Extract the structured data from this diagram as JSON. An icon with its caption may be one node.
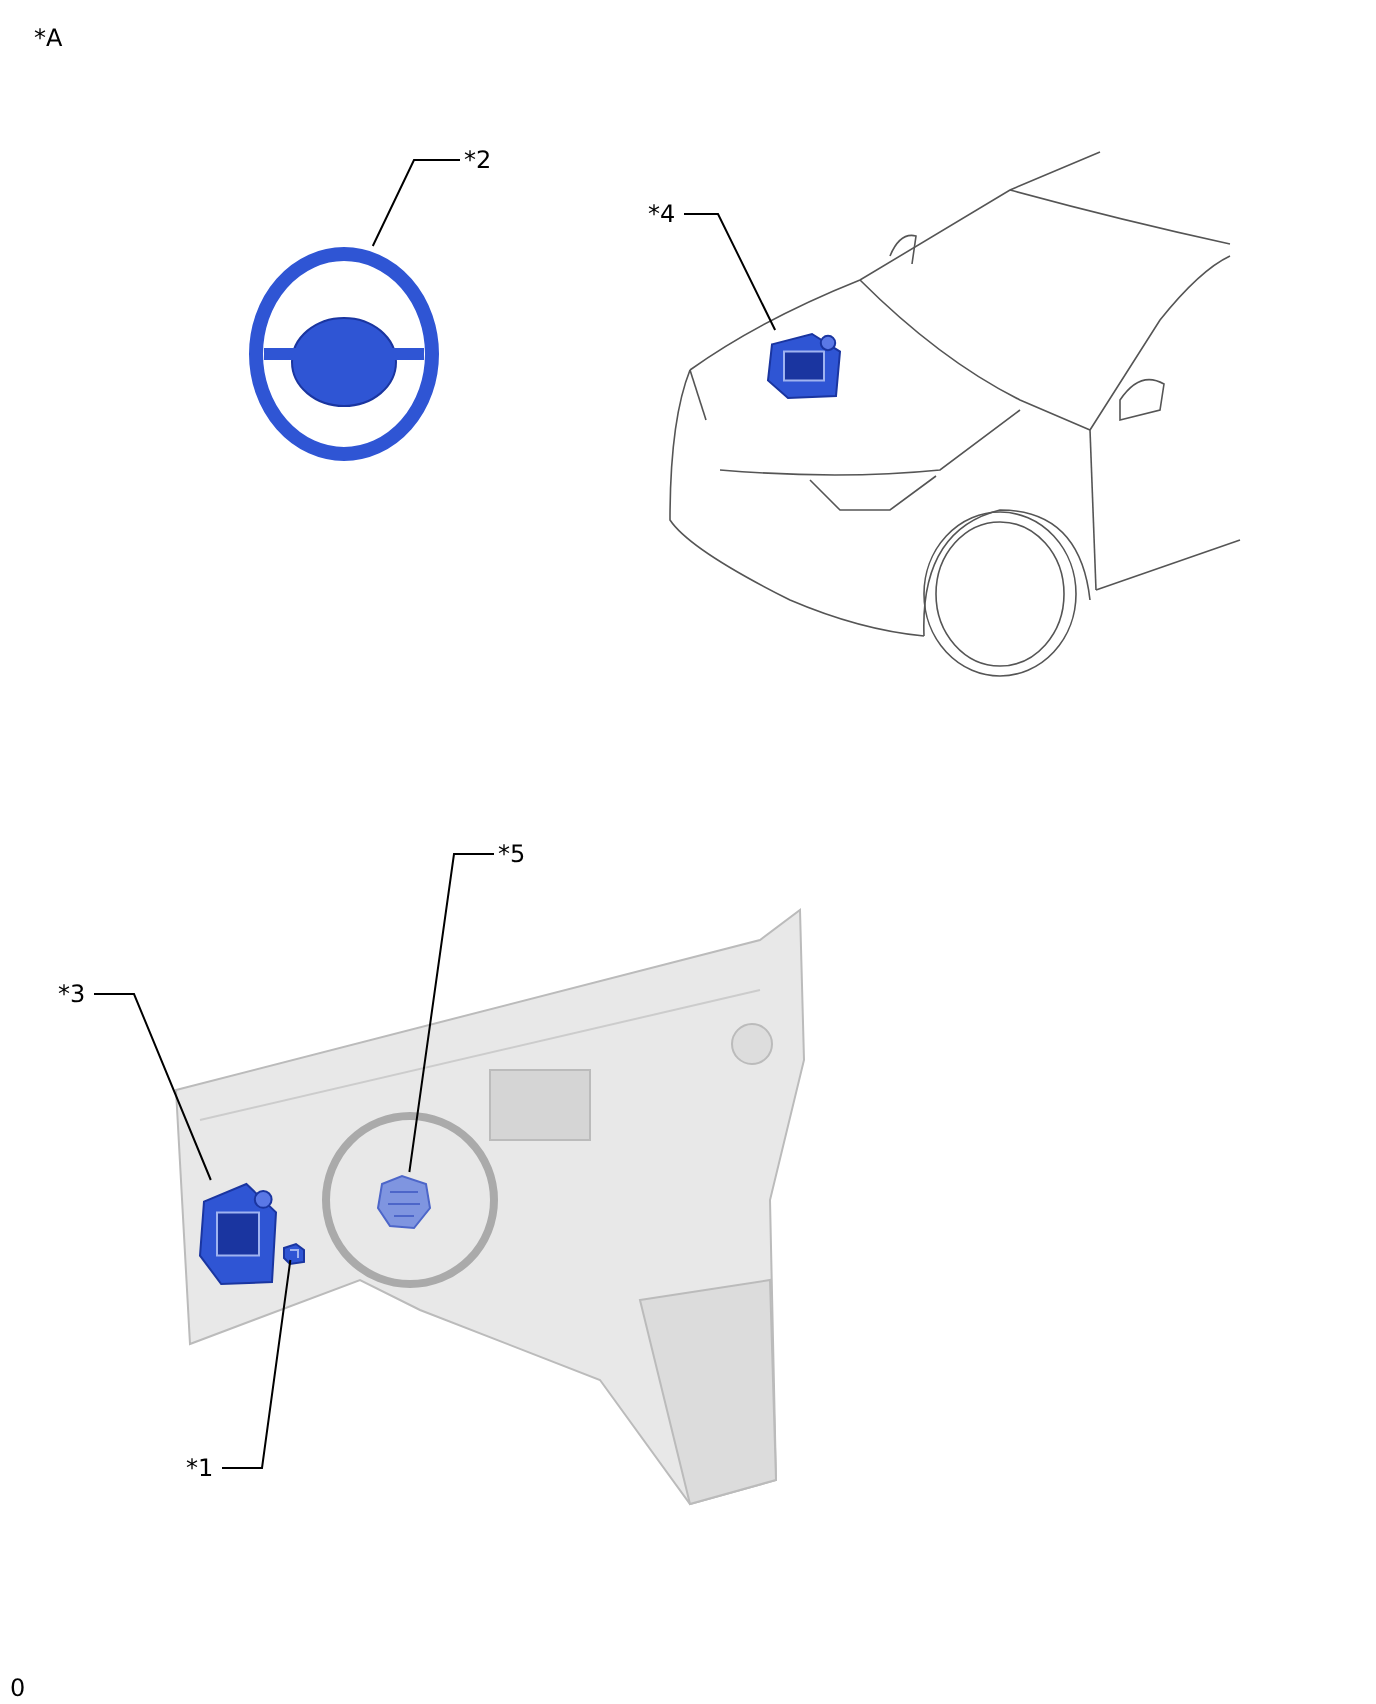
{
  "diagram": {
    "nodes": [
      {
        "text": [
          "*2"
        ]
      },
      {
        "text": [],
        "shape": "picture"
      },
      {
        "text": [
          "*4"
        ]
      },
      {
        "text": [],
        "shape": "picture"
      },
      {
        "text": [
          "*5"
        ]
      },
      {
        "text": [],
        "shape": "picture"
      },
      {
        "text": [
          "*3"
        ]
      },
      {
        "text": [],
        "shape": "picture"
      },
      {
        "text": [
          "*1"
        ]
      },
      {
        "text": [],
        "shape": "picture"
      }
    ],
    "edges": [
      {
        "from": 0,
        "to": 1,
        "arrow": "none"
      },
      {
        "from": 2,
        "to": 3,
        "arrow": "none"
      },
      {
        "from": 4,
        "to": 5,
        "arrow": "none"
      },
      {
        "from": 6,
        "to": 7,
        "arrow": "none"
      },
      {
        "from": 8,
        "to": 9,
        "arrow": "none"
      }
    ],
    "labels": [
      "*A",
      "0"
    ]
  }
}
